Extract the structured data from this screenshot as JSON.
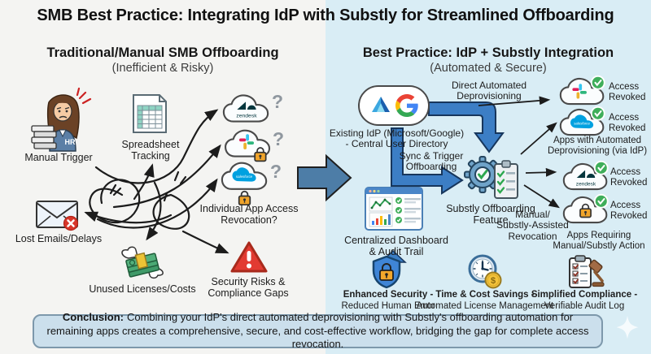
{
  "title": "SMB Best Practice: Integrating IdP with Substly for Streamlined Offboarding",
  "left": {
    "heading": "Traditional/Manual SMB Offboarding",
    "subheading": "(Inefficient & Risky)",
    "manual_trigger": "Manual Trigger",
    "hr_badge": "HR",
    "spreadsheet": "Spreadsheet Tracking",
    "lost_emails": "Lost Emails/Delays",
    "unused_licenses": "Unused Licenses/Costs",
    "revocation_line1": "Individual App Access",
    "revocation_line2": "Revocation?",
    "security_line1": "Security Risks &",
    "security_line2": "Compliance Gaps",
    "clouds": [
      {
        "brand": "zendesk",
        "q": "?"
      },
      {
        "brand": "slack",
        "q": "?"
      },
      {
        "brand": "salesforce",
        "q": "?"
      }
    ]
  },
  "right": {
    "heading": "Best Practice: IdP + Substly Integration",
    "subheading": "(Automated & Secure)",
    "idp_line1": "Existing IdP (Microsoft/Google)",
    "idp_line2": "- Central User Directory",
    "direct_line1": "Direct Automated",
    "direct_line2": "Deprovisioning",
    "sync_line1": "Sync & Trigger",
    "sync_line2": "Offboarding",
    "substly_line1": "Substly Offboarding",
    "substly_line2": "Feature",
    "manual_line1": "Manual/",
    "manual_line2": "Substly-Assisted",
    "manual_line3": "Revocation",
    "dashboard_line1": "Centralized Dashboard",
    "dashboard_line2": "& Audit Trail",
    "auto_caption_line1": "Apps with Automated",
    "auto_caption_line2": "Deprovisioning (via IdP)",
    "manual_caption_line1": "Apps Requiring",
    "manual_caption_line2": "Manual/Substly Action",
    "clouds_auto": [
      {
        "brand": "slack",
        "status": "Access Revoked"
      },
      {
        "brand": "salesforce",
        "status": "Access Revoked"
      }
    ],
    "clouds_manual": [
      {
        "brand": "zendesk",
        "status": "Access Revoked"
      },
      {
        "brand": "lock",
        "status": "Access Revoked"
      }
    ],
    "benefits": [
      {
        "title": "Enhanced Security -",
        "desc": "Reduced Human Error"
      },
      {
        "title": "Time & Cost Savings -",
        "desc": "Automated License Management"
      },
      {
        "title": "Simplified Compliance -",
        "desc": "Verifiable Audit Log"
      }
    ]
  },
  "brands": {
    "zendesk": "zendesk",
    "salesforce": "salesforce"
  },
  "glyphs": {
    "dollar": "$"
  },
  "conclusion": {
    "label": "Conclusion:",
    "text": "Combining your IdP's direct automated deprovisioning with Substly's offboarding automation for remaining apps creates a comprehensive, secure, and cost-effective workflow, bridging the gap for complete access revocation."
  },
  "colors": {
    "left_bg": "#f4f4f2",
    "right_bg": "#d9edf5",
    "arrow_blue": "#3c7ec5",
    "steel_blue": "#4d7da7",
    "status_green": "#3fae5a",
    "warning_red": "#e23b32",
    "conclusion_bg": "#cbdfec"
  }
}
